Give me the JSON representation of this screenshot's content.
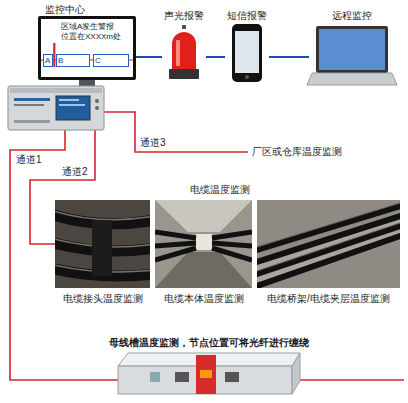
{
  "diagram": {
    "nodes": [
      {
        "text": [
          "监控中心",
          "区域A发生警报 位置在XXXXm处"
        ]
      },
      {
        "text": [
          "A"
        ],
        "in": 0
      },
      {
        "text": [
          "B"
        ],
        "in": 0
      },
      {
        "text": [
          "C"
        ],
        "in": 0
      },
      {
        "text": [
          "声光报警"
        ]
      },
      {
        "text": [
          "短信报警"
        ]
      },
      {
        "text": [
          "远程监控"
        ]
      },
      {
        "text": [
          "电缆接头温度监测"
        ]
      },
      {
        "text": [
          "电缆本体温度监测"
        ]
      },
      {
        "text": [
          "电缆桥架/电缆夹层温度监测"
        ]
      },
      {
        "text": [
          "母线槽温度监测，节点位置可将光纤进行缠绕"
        ]
      }
    ],
    "edges": [
      {
        "from": 0,
        "to": 4,
        "arrow": "none"
      },
      {
        "from": 4,
        "to": 5,
        "arrow": "none"
      },
      {
        "from": 5,
        "to": 6,
        "arrow": "none"
      }
    ],
    "labels": [
      "通道1",
      "通道2",
      "通道3",
      "厂区或仓库温度监测",
      "电缆温度监测"
    ]
  }
}
